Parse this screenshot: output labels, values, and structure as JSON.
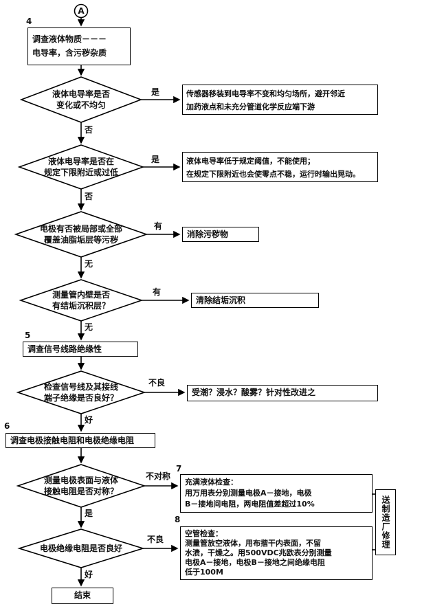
{
  "meta": {
    "ink_color": "#000000",
    "background_color": "#ffffff"
  },
  "entry_connector": "A",
  "steps": {
    "s4": {
      "num": "4",
      "text": "调查液体物质－－－\n电导率，含污秽杂质"
    },
    "s5": {
      "num": "5",
      "text": "调查信号线路绝缘性"
    },
    "s6": {
      "num": "6",
      "text": "调查电极接触电阻和电极绝缘电阻"
    }
  },
  "decisions": {
    "d1": {
      "text": "液体电导率是否\n变化或不均匀",
      "yes": "是",
      "no": "否"
    },
    "d2": {
      "text": "液体电导率是否在\n规定下限附近或过低",
      "yes": "是",
      "no": "否"
    },
    "d3": {
      "text": "电极有否被局部或全部\n覆盖油脂垢层等污秽",
      "yes": "有",
      "no": "无"
    },
    "d4": {
      "text": "测量管内壁是否\n有结垢沉积层？",
      "yes": "有",
      "no": "无"
    },
    "d5": {
      "text": "检查信号线及其接线\n端子绝缘是否良好？",
      "yes": "不良",
      "no": "好"
    },
    "d6": {
      "text": "测量电极表面与液体\n接触电阻是否对称？",
      "yes": "不对称",
      "no": "是"
    },
    "d7": {
      "text": "电极绝缘电阻是否良好",
      "yes": "不良",
      "no": "好"
    }
  },
  "actions": {
    "a1": {
      "text": "传感器移装到电导率不变和均匀场所，避开邻近\n加药液点和未充分管道化学反应端下游"
    },
    "a2": {
      "text": "液体电导率低于规定阈值，不能使用；\n在规定下限附近也会使零点不稳，运行时输出晃动。"
    },
    "a3": {
      "text": "消除污秽物"
    },
    "a4": {
      "text": "清除结垢沉积"
    },
    "a5": {
      "text": "受潮？浸水？酸雾？针对性改进之"
    },
    "a7": {
      "num": "7",
      "text": "充满液体检查：\n用万用表分别测量电极A－接地，电极\nB－接地间电阻，两电阻值差超过10%"
    },
    "a8": {
      "num": "8",
      "text": "空管检查：\n测量管放空液体，用布揩干内表面，不留\n水渍，干燥之。用500VDC兆欧表分别测量\n电极A－接地，电极B－接地之间绝缘电阻\n低于100M"
    },
    "repair": {
      "text": "送制造厂修理"
    },
    "end": {
      "text": "结束"
    }
  }
}
